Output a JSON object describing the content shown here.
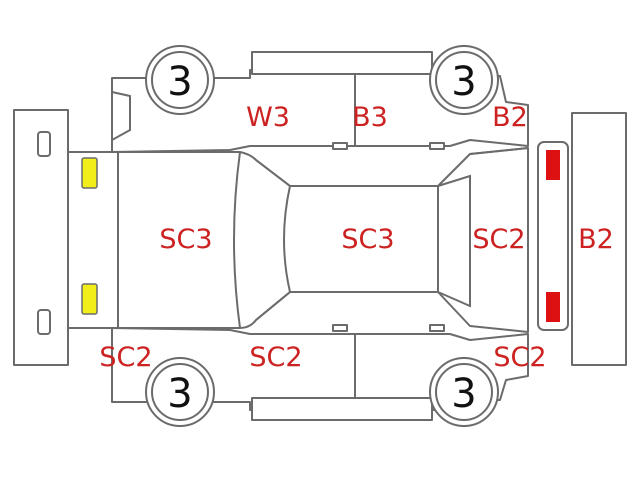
{
  "colors": {
    "outline": "#6b6b6b",
    "code_text": "#cc2222",
    "front_lamp": "#f2ee1a",
    "rear_lamp": "#dd1111"
  },
  "tires": {
    "front_left": "3",
    "rear_left": "3",
    "front_right": "3",
    "rear_right": "3"
  },
  "panels": {
    "front_door_top": "W3",
    "rear_door_top": "B3",
    "rear_quarter_top": "B2",
    "hood": "SC3",
    "roof": "SC3",
    "trunk": "SC2",
    "rear_bumper": "B2",
    "front_fender_bottom": "SC2",
    "front_door_bottom": "SC2",
    "rear_quarter_bottom": "SC2"
  }
}
